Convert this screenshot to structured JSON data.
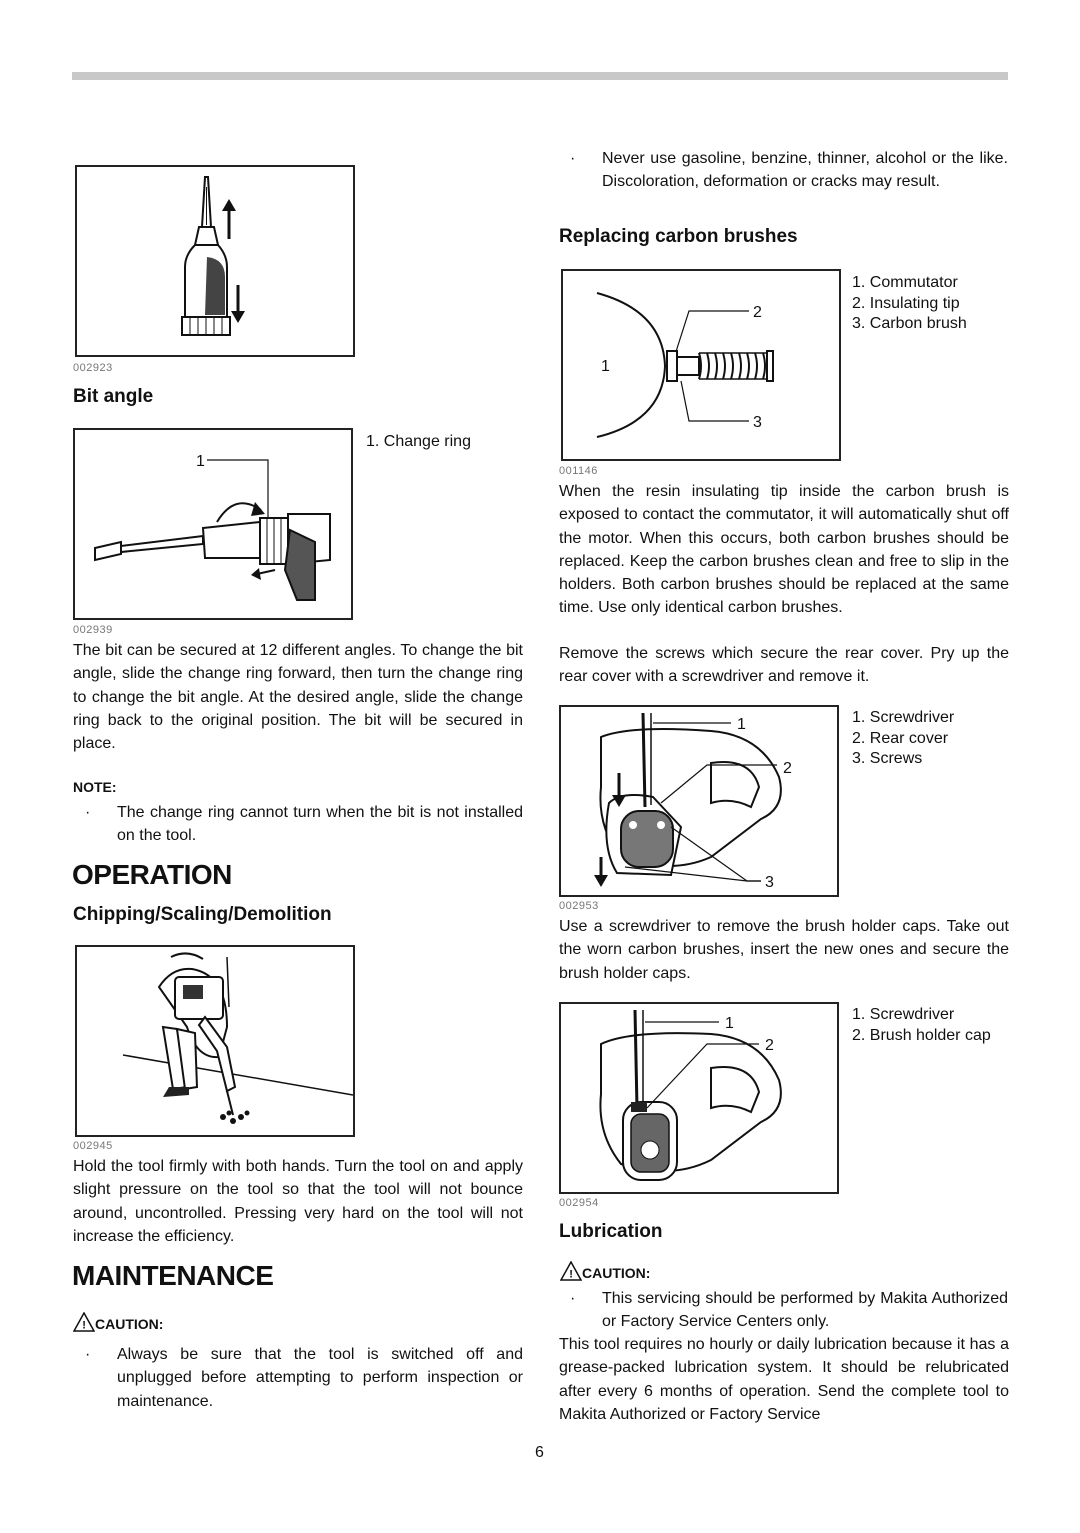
{
  "page_number": "6",
  "left": {
    "fig1": {
      "code": "002923"
    },
    "bit_angle": {
      "heading": "Bit angle",
      "callout": "1",
      "legend": [
        "1. Change ring"
      ],
      "code": "002939",
      "para": "The bit can be secured at 12 different angles. To change the bit angle, slide the change ring forward, then turn the change ring to change the bit angle. At the desired angle, slide the change ring back to the original position. The bit will be secured in place.",
      "note_label": "NOTE:",
      "note_bullet": "The change ring cannot turn when the bit is not installed on the tool."
    },
    "operation": {
      "heading": "OPERATION",
      "sub": "Chipping/Scaling/Demolition",
      "code": "002945",
      "para": "Hold the tool firmly with both hands. Turn the tool on and apply slight pressure on the tool so that the tool will not bounce around, uncontrolled. Pressing very hard on the tool will not increase the efficiency."
    },
    "maintenance": {
      "heading": "MAINTENANCE",
      "caution": "CAUTION:",
      "bullet": "Always be sure that the tool is switched off and unplugged before attempting to perform inspection or maintenance."
    }
  },
  "right": {
    "top_bullet": "Never use gasoline, benzine, thinner, alcohol or the like. Discoloration, deformation or cracks may result.",
    "carbon": {
      "heading": "Replacing carbon brushes",
      "callouts": [
        "1",
        "2",
        "3"
      ],
      "legend": [
        "1. Commutator",
        "2. Insulating tip",
        "3. Carbon brush"
      ],
      "code": "001146",
      "para1": "When the resin insulating tip inside the carbon brush is exposed to contact the commutator, it will automatically shut off the motor. When this occurs, both carbon brushes should be replaced. Keep the carbon brushes clean and free to slip in the holders. Both carbon brushes should be replaced at the same time. Use only identical carbon brushes.",
      "para2": "Remove the screws which secure the rear cover. Pry up the rear cover with a screwdriver and remove it."
    },
    "rear_cover": {
      "callouts": [
        "1",
        "2",
        "3"
      ],
      "legend": [
        "1. Screwdriver",
        "2. Rear cover",
        "3. Screws"
      ],
      "code": "002953",
      "para": "Use a screwdriver to remove the brush holder caps. Take out the worn carbon brushes, insert the new ones and secure the brush holder caps."
    },
    "brush_cap": {
      "callouts": [
        "1",
        "2"
      ],
      "legend": [
        "1. Screwdriver",
        "2. Brush holder cap"
      ],
      "code": "002954"
    },
    "lubrication": {
      "heading": "Lubrication",
      "caution": "CAUTION:",
      "bullet": "This servicing should be performed by Makita Authorized or Factory Service Centers only.",
      "para": "This tool requires no hourly or daily lubrication because it has a grease-packed lubrication system. It should be relubricated after every 6 months of operation. Send the complete tool to Makita Authorized or Factory Service"
    }
  }
}
